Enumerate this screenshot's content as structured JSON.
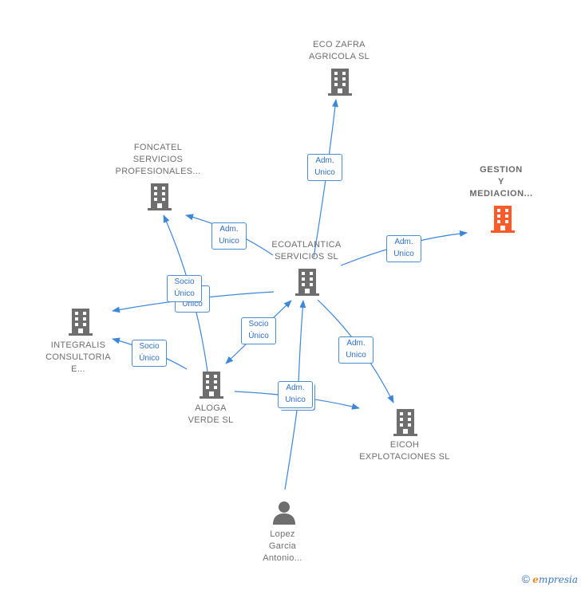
{
  "colors": {
    "edge": "#3d86d8",
    "building": "#6e6e6e",
    "focus_building": "#ff5a2a",
    "person": "#6e6e6e"
  },
  "nodes": {
    "eco_zafra": {
      "label": "ECO ZAFRA\nAGRICOLA SL",
      "icon": "building-icon"
    },
    "foncatel": {
      "label": "FONCATEL\nSERVICIOS\nPROFESIONALES...",
      "icon": "building-icon"
    },
    "gestion": {
      "label": "GESTION\nY\nMEDIACION...",
      "icon": "building-icon"
    },
    "ecoatlantica": {
      "label": "ECOATLANTICA\nSERVICIOS  SL",
      "icon": "building-icon"
    },
    "integralis": {
      "label": "INTEGRALIS\nCONSULTORIA\nE...",
      "icon": "building-icon"
    },
    "aloga": {
      "label": "ALOGA\nVERDE  SL",
      "icon": "building-icon"
    },
    "eicoh": {
      "label": "EICOH\nEXPLOTACIONES SL",
      "icon": "building-icon"
    },
    "lopez": {
      "label": "Lopez\nGarcia\nAntonio...",
      "icon": "person-icon"
    }
  },
  "relations": {
    "eco_zafra": "Adm.\nUnico",
    "foncatel": "Adm.\nUnico",
    "gestion": "Adm.\nUnico",
    "foncatel_socio": "Socio\nÚnico",
    "integralis_unico": "Unico",
    "aloga_socio": "Socio\nÚnico",
    "integralis_socio": "Socio\nÚnico",
    "eicoh": "Adm.\nUnico",
    "lopez": "Adm.\nUnico"
  },
  "footer": {
    "copyright": "©",
    "brand_initial": "e",
    "brand_rest": "mpresia"
  }
}
